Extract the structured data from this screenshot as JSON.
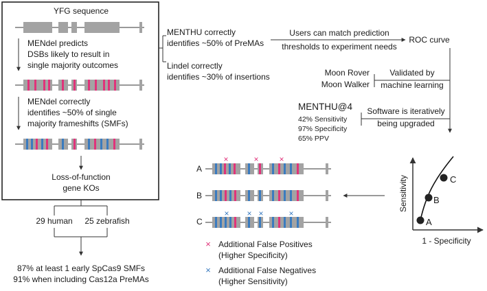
{
  "left_panel": {
    "yfg_sequence": "YFG sequence",
    "mendel_predicts": [
      "MENdel predicts",
      "DSBs likely to result in",
      "single majority outcomes"
    ],
    "mendel_identifies": [
      "MENdel correctly",
      "identifies ~50% of single",
      "majority frameshifts (SMFs)"
    ],
    "lof": [
      "Loss-of-function",
      "gene KOs"
    ]
  },
  "species": {
    "human": "29 human",
    "zebrafish": "25 zebrafish"
  },
  "summary": [
    "87% at least 1 early SpCas9 SMFs",
    "91% when including Cas12a PreMAs"
  ],
  "menthu_claim": [
    "MENTHU correctly",
    "identifies ~50% of PreMAs"
  ],
  "lindel_claim": [
    "Lindel correctly",
    "identifies ~30% of insertions"
  ],
  "users_match": [
    "Users can match prediction",
    "thresholds to experiment needs"
  ],
  "roc_curve": "ROC curve",
  "validated_by": [
    "Validated by",
    "machine learning"
  ],
  "moon": [
    "Moon Rover",
    "Moon Walker"
  ],
  "menthu4": {
    "title": "MENTHU@4",
    "stats": [
      "42% Sensitivity",
      "97% Specificity",
      "65% PPV"
    ]
  },
  "software_upgraded": [
    "Software is iteratively",
    "being upgraded"
  ],
  "rows": [
    "A",
    "B",
    "C"
  ],
  "roc_plot": {
    "ylabel": "Sensitivity",
    "xlabel": "1 - Specificity",
    "points": [
      "A",
      "B",
      "C"
    ]
  },
  "legend": {
    "false_positives": [
      "Additional False Positives",
      "(Higher Specificity)"
    ],
    "false_negatives": [
      "Additional False Negatives",
      "(Higher Sensitivity)"
    ],
    "x_mark": "×"
  },
  "colors": {
    "exon_grey": "#a3a3a3",
    "pink": "#e0337a",
    "blue": "#3a7bbf",
    "line": "#333333"
  }
}
